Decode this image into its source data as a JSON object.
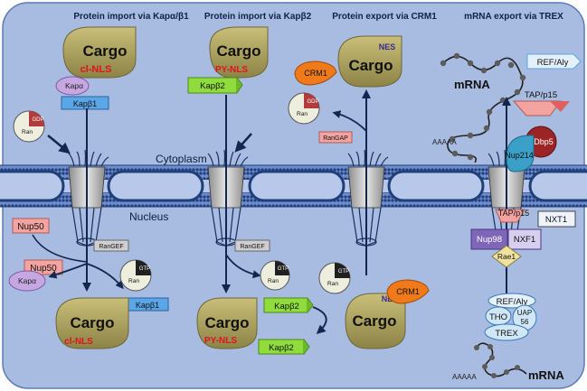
{
  "headers": {
    "kapab": "Protein import via Kapα/β1",
    "kapb2": "Protein import via Kapβ2",
    "crm1": "Protein export via CRM1",
    "trex": "mRNA export via TREX"
  },
  "compartments": {
    "cytoplasm": "Cytoplasm",
    "nucleus": "Nucleus"
  },
  "labels": {
    "cargo": "Cargo",
    "cl_nls": "cl-NLS",
    "py_nls": "PY-NLS",
    "nes": "NES",
    "kapa": "Kapα",
    "kapb1": "Kapβ1",
    "kapb2": "Kapβ2",
    "ran": "Ran",
    "gdp": "GDP",
    "gtp": "GTP",
    "crm1": "CRM1",
    "rangap": "RanGAP",
    "rangef": "RanGEF",
    "nup50": "Nup50",
    "mrna": "mRNA",
    "aaaaa": "AAAAA",
    "ref_aly": "REF/Aly",
    "tap_p15": "TAP/p15",
    "dbp5": "Dbp5",
    "nup214": "Nup214",
    "nxt1": "NXT1",
    "nxf1": "NXF1",
    "nup98": "Nup98",
    "rae1": "Rae1",
    "tho": "THO",
    "uap56": "UAP 56",
    "trex": "TREX"
  },
  "colors": {
    "background": "#d2dcef",
    "cell_fill": "#9fb5dc",
    "membrane": "#1f3f7a",
    "cargo": "#a59a55",
    "kap_green": "#8fdc3c",
    "kap_blue": "#5aa6e6",
    "kapa_purple": "#c7a7e1",
    "nup50_pink": "#f3a3a0",
    "crm1_orange": "#f07a1a",
    "gdp_red": "#b23c3c",
    "gtp_black": "#202020",
    "red_text": "#e0141e",
    "nes_text": "#3c2c8c"
  }
}
